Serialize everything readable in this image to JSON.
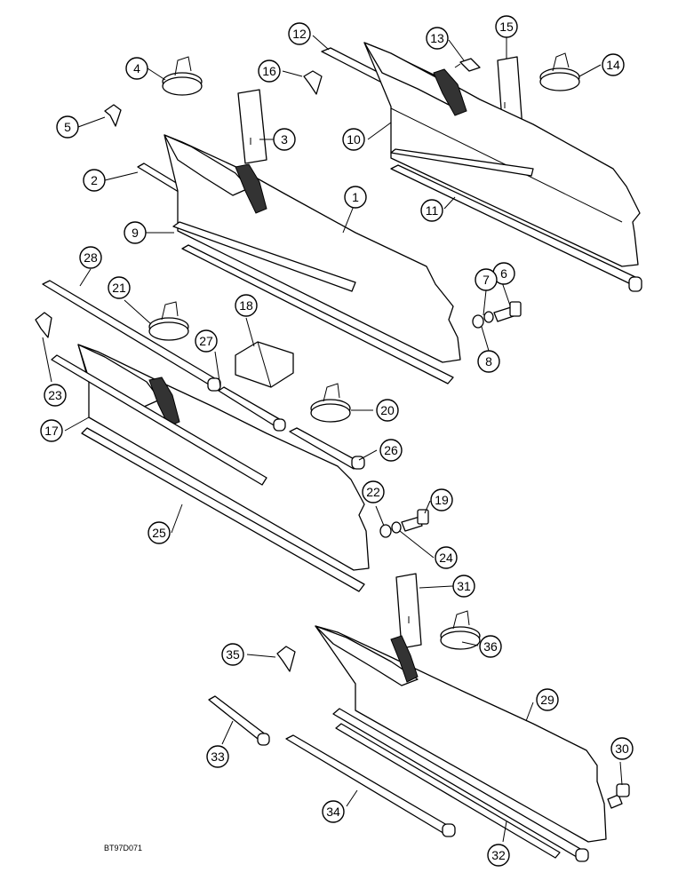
{
  "figure_code": "BT97D071",
  "callouts": [
    "1",
    "2",
    "3",
    "4",
    "5",
    "6",
    "7",
    "8",
    "9",
    "10",
    "11",
    "12",
    "13",
    "14",
    "15",
    "16",
    "17",
    "18",
    "19",
    "20",
    "21",
    "22",
    "23",
    "24",
    "25",
    "26",
    "27",
    "28",
    "29",
    "30",
    "31",
    "32",
    "33",
    "34",
    "35",
    "36"
  ]
}
